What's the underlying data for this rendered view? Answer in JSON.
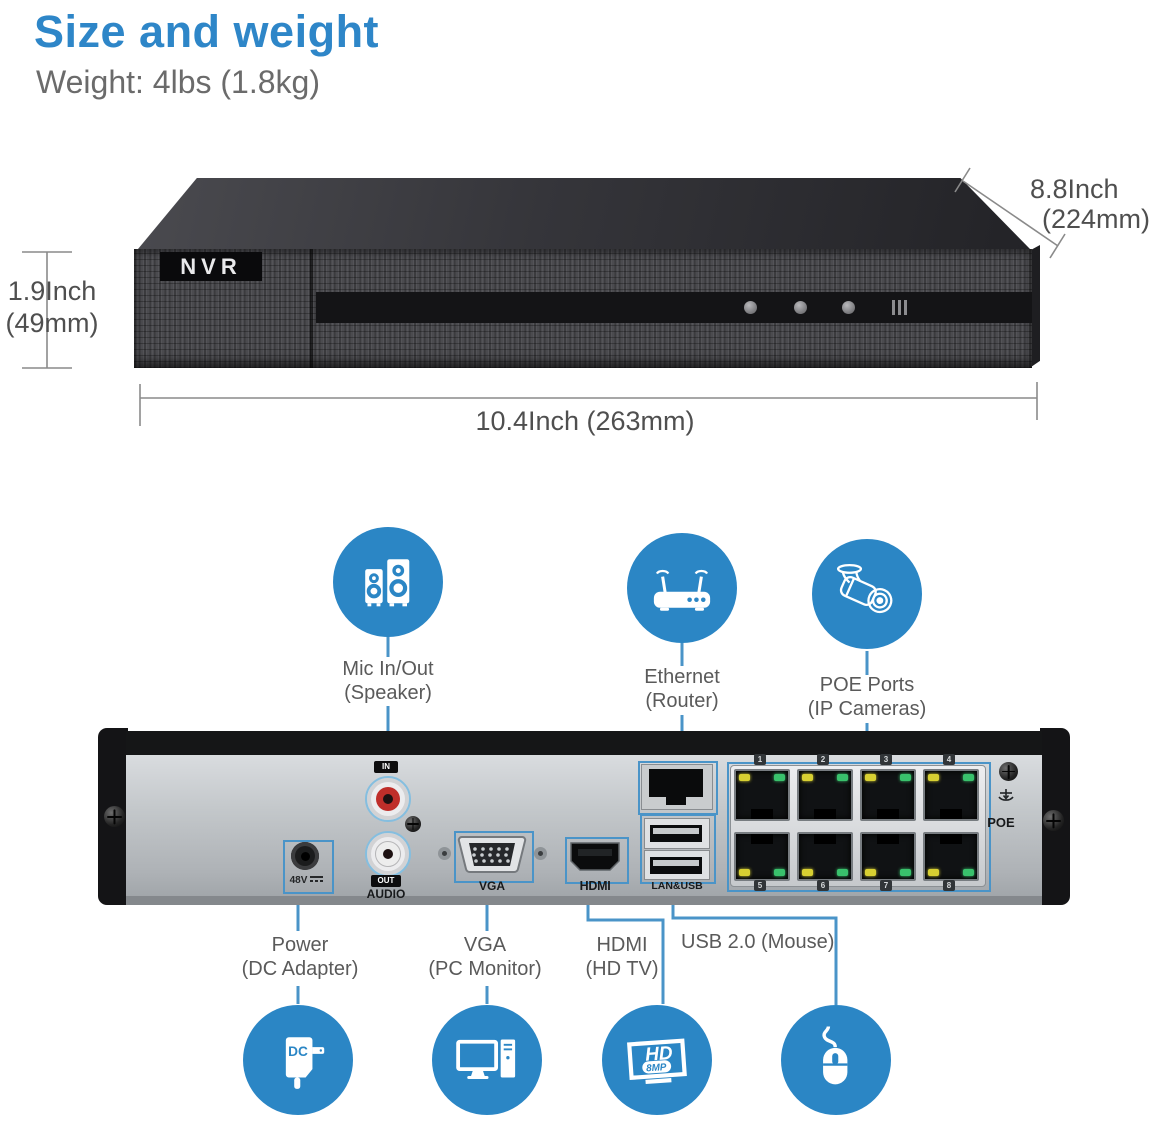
{
  "header": {
    "title": "Size and weight",
    "weight": "Weight: 4lbs (1.8kg)"
  },
  "device": {
    "logo": "NVR",
    "dims": {
      "height_in": "1.9Inch",
      "height_mm": "(49mm)",
      "depth_in": "8.8Inch",
      "depth_mm": "(224mm)",
      "width": "10.4Inch (263mm)"
    }
  },
  "top_icons": [
    {
      "icon": "speakers",
      "label1": "Mic In/Out",
      "label2": "(Speaker)"
    },
    {
      "icon": "router",
      "label1": "Ethernet",
      "label2": "(Router)"
    },
    {
      "icon": "camera",
      "label1": "POE Ports",
      "label2": "(IP Cameras)"
    }
  ],
  "rear_panel": {
    "labels": {
      "audio_in": "IN",
      "audio_out": "OUT",
      "audio": "AUDIO",
      "power": "48V",
      "vga": "VGA",
      "hdmi": "HDMI",
      "lan_usb": "LAN&USB",
      "poe": "POE"
    },
    "poe_numbers": [
      "1",
      "2",
      "3",
      "4",
      "5",
      "6",
      "7",
      "8"
    ]
  },
  "bottom_icons": [
    {
      "icon": "dc-adapter",
      "label1": "Power",
      "label2": "(DC Adapter)",
      "badge": "DC"
    },
    {
      "icon": "pc-monitor",
      "label1": "VGA",
      "label2": "(PC Monitor)"
    },
    {
      "icon": "hd-tv",
      "label1": "HDMI",
      "label2": "(HD TV)",
      "hd": "HD",
      "mp": "8MP"
    },
    {
      "icon": "mouse",
      "label": "USB 2.0  (Mouse)"
    }
  ],
  "colors": {
    "accent_blue": "#2b86c5",
    "title_blue": "#2e86c8",
    "connector_blue": "#4a94c8",
    "text_gray": "#5a5a5a",
    "led_yellow": "#d8d032",
    "led_green": "#39c16c"
  }
}
